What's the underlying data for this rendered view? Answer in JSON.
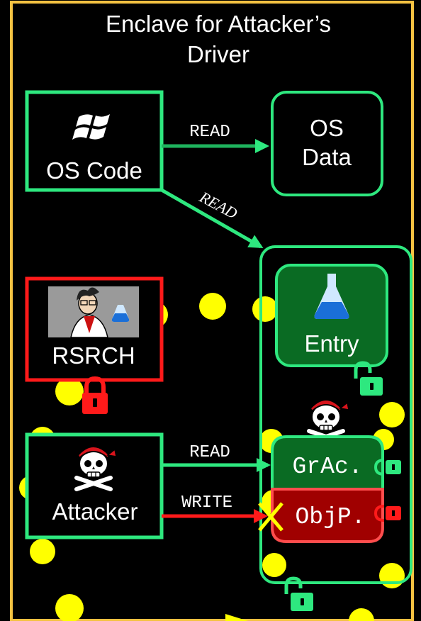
{
  "colors": {
    "background": "#000000",
    "frame": "#f4c242",
    "green": "#2ee87f",
    "red": "#ff1a1a",
    "dark_green": "#0a6b23",
    "dark_red": "#a00000",
    "yellow": "#ffff00",
    "text": "#ffffff"
  },
  "title": {
    "line1": "Enclave for Attacker’s",
    "line2": "Driver"
  },
  "nodes": {
    "os_code": {
      "label": "OS Code",
      "icon": "windows-logo-icon"
    },
    "os_data": {
      "line1": "OS",
      "line2": "Data"
    },
    "rsrch": {
      "label": "RSRCH",
      "icon": "researcher-with-flask-icon"
    },
    "attacker": {
      "label": "Attacker",
      "icon": "pirate-skull-icon"
    },
    "entry": {
      "label": "Entry",
      "icon": "flask-icon"
    },
    "grac": {
      "label": "GrAc."
    },
    "objp": {
      "label": "ObjP."
    }
  },
  "edges": {
    "code_to_data": "READ",
    "code_to_enclave": "READ",
    "attacker_to_grac": "READ",
    "attacker_to_objp": "WRITE"
  }
}
